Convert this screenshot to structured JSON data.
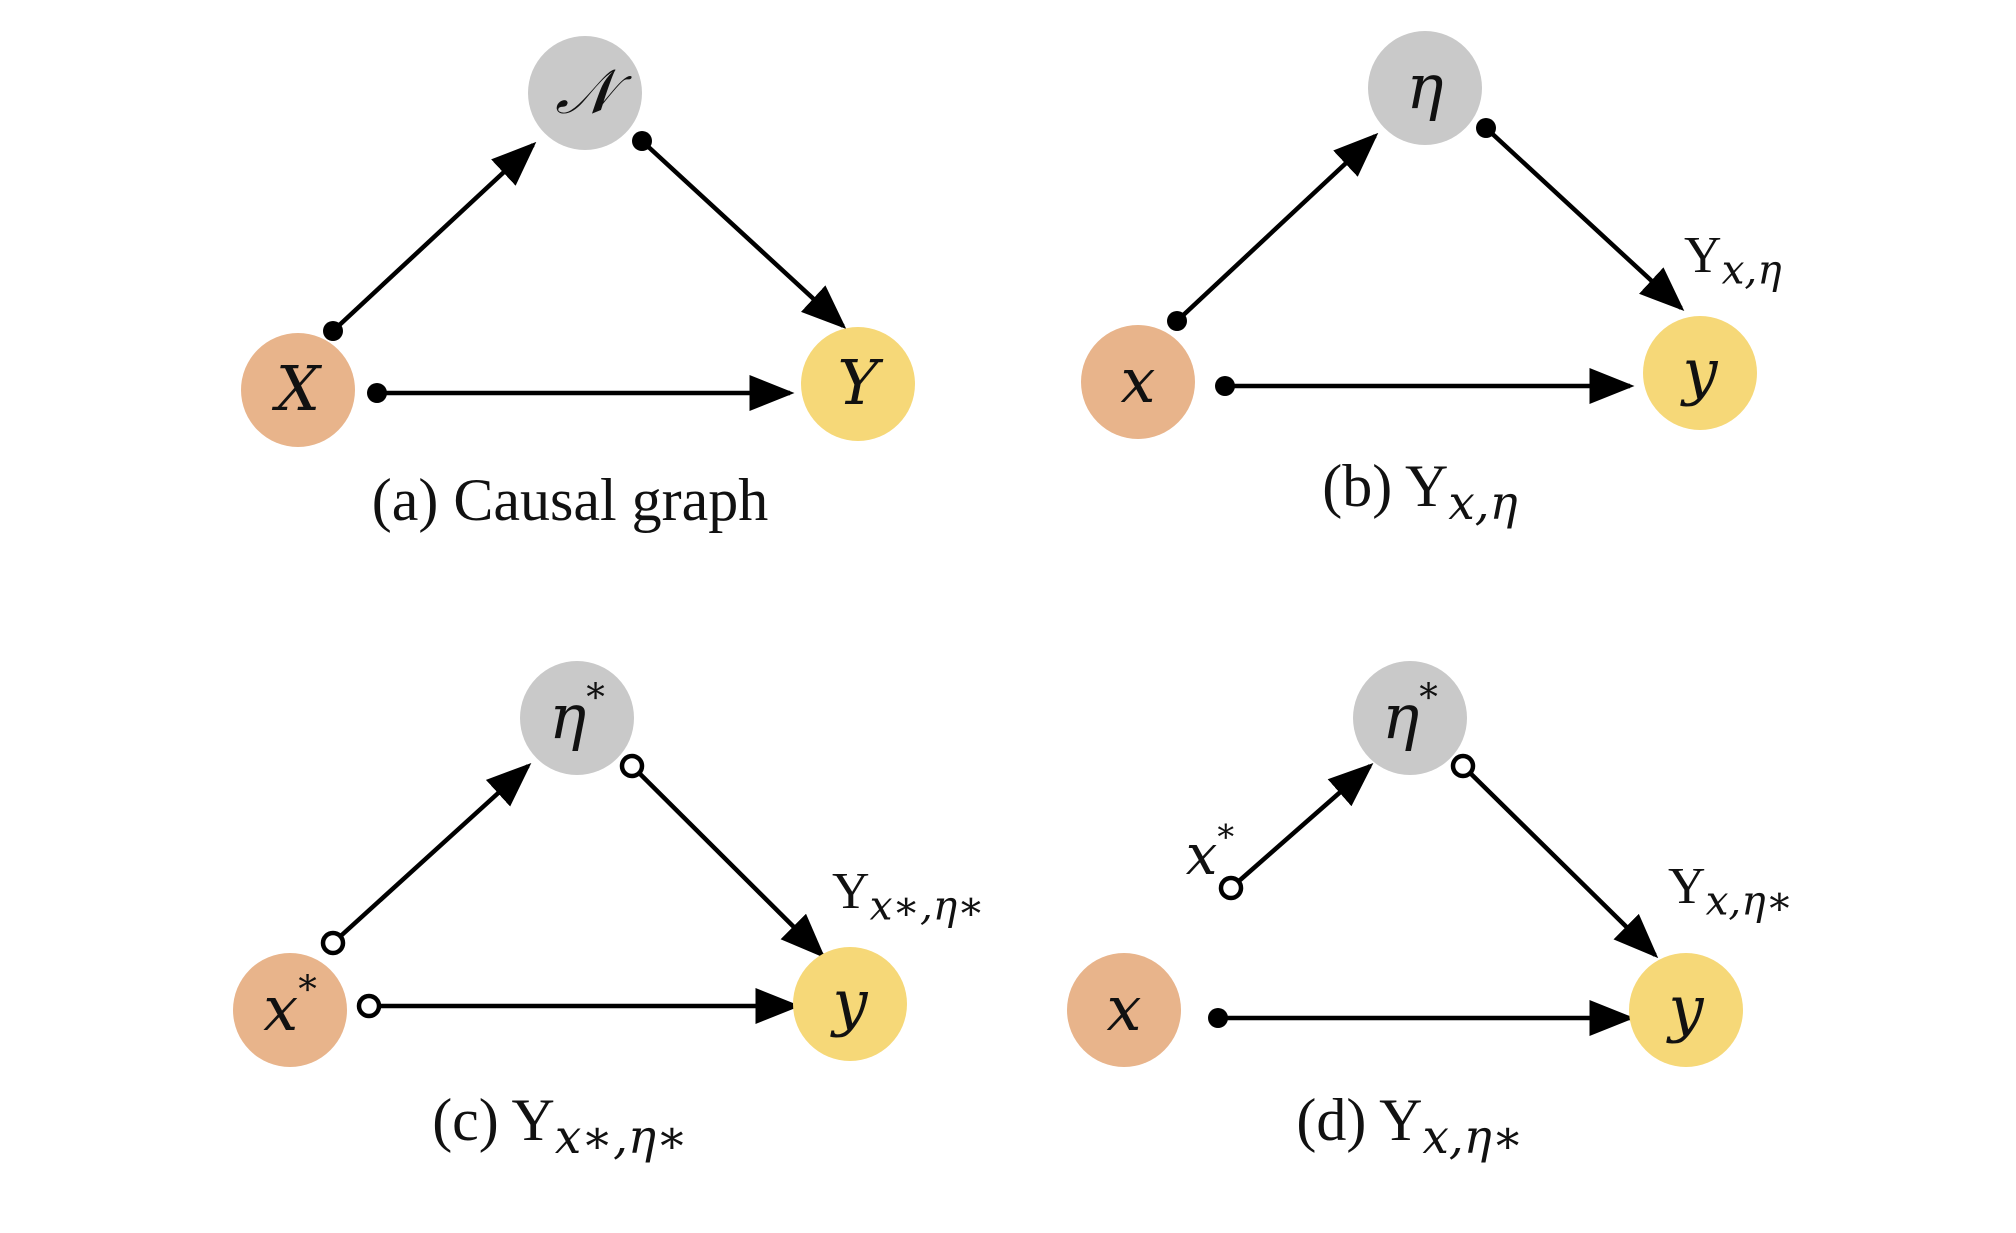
{
  "colors": {
    "treatment": "#E8B48B",
    "noise": "#C9C9C9",
    "outcome": "#F6D878",
    "ink": "#000000"
  },
  "panels": [
    {
      "id": "a",
      "caption": {
        "tag": "(a)",
        "text": "Causal graph",
        "sub": ""
      },
      "nodes": {
        "top": "𝒩",
        "top_star": "",
        "left": "X",
        "left_star": "",
        "right": "Y"
      },
      "outcome_label": null,
      "edges": [
        {
          "edge": "left-top",
          "tail": "solid"
        },
        {
          "edge": "top-right",
          "tail": "solid"
        },
        {
          "edge": "left-right",
          "tail": "solid"
        }
      ]
    },
    {
      "id": "b",
      "caption": {
        "tag": "(b)",
        "text": "Y",
        "sub": "x,η"
      },
      "nodes": {
        "top": "η",
        "top_star": "",
        "left": "x",
        "left_star": "",
        "right": "y"
      },
      "outcome_label": {
        "main": "Y",
        "sub": "x,η"
      },
      "edges": [
        {
          "edge": "left-top",
          "tail": "solid"
        },
        {
          "edge": "top-right",
          "tail": "solid"
        },
        {
          "edge": "left-right",
          "tail": "solid"
        }
      ]
    },
    {
      "id": "c",
      "caption": {
        "tag": "(c)",
        "text": "Y",
        "sub": "x∗,η∗"
      },
      "nodes": {
        "top": "η",
        "top_star": "*",
        "left": "x",
        "left_star": "*",
        "right": "y"
      },
      "outcome_label": {
        "main": "Y",
        "sub": "x∗,η∗"
      },
      "edges": [
        {
          "edge": "left-top",
          "tail": "hollow"
        },
        {
          "edge": "top-right",
          "tail": "hollow"
        },
        {
          "edge": "left-right",
          "tail": "hollow"
        }
      ]
    },
    {
      "id": "d",
      "caption": {
        "tag": "(d)",
        "text": "Y",
        "sub": "x,η∗"
      },
      "nodes": {
        "top": "η",
        "top_star": "*",
        "left": "x",
        "left_star": "",
        "right": "y"
      },
      "outcome_label": {
        "main": "Y",
        "sub": "x,η∗"
      },
      "free_label": {
        "main": "x",
        "star": "*"
      },
      "edges": [
        {
          "edge": "free-top",
          "tail": "hollow"
        },
        {
          "edge": "top-right",
          "tail": "hollow"
        },
        {
          "edge": "left-right",
          "tail": "solid"
        }
      ]
    }
  ]
}
